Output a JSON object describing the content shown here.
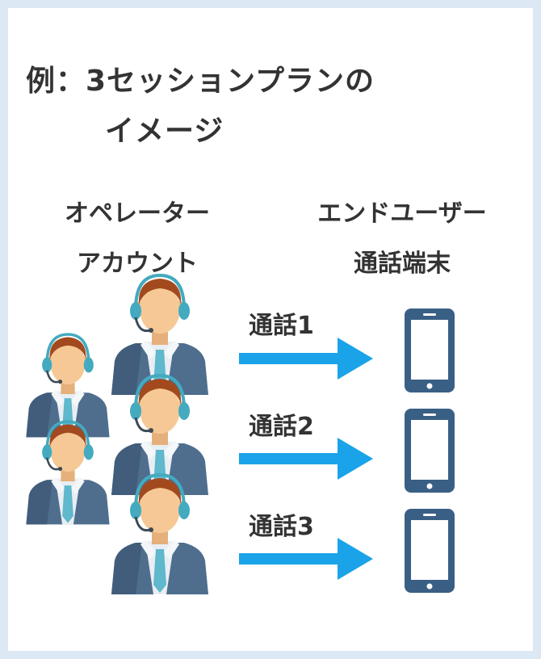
{
  "title": {
    "line1": "例：3セッションプランの",
    "line2": "イメージ"
  },
  "operator": {
    "line1": "オペレーター",
    "line2": "アカウント"
  },
  "enduser": {
    "line1": "エンドユーザー",
    "line2": "通話端末"
  },
  "calls": [
    "通話1",
    "通話2",
    "通話3"
  ],
  "colors": {
    "background": "#dce8f4",
    "text": "#333333",
    "arrow": "#1aa3e8",
    "phone": "#3a5f85",
    "suit": "#4f6e8e",
    "skin": "#f6c895",
    "hair": "#a24a1e",
    "tie": "#5fb8cc",
    "headset": "#43aabf"
  }
}
